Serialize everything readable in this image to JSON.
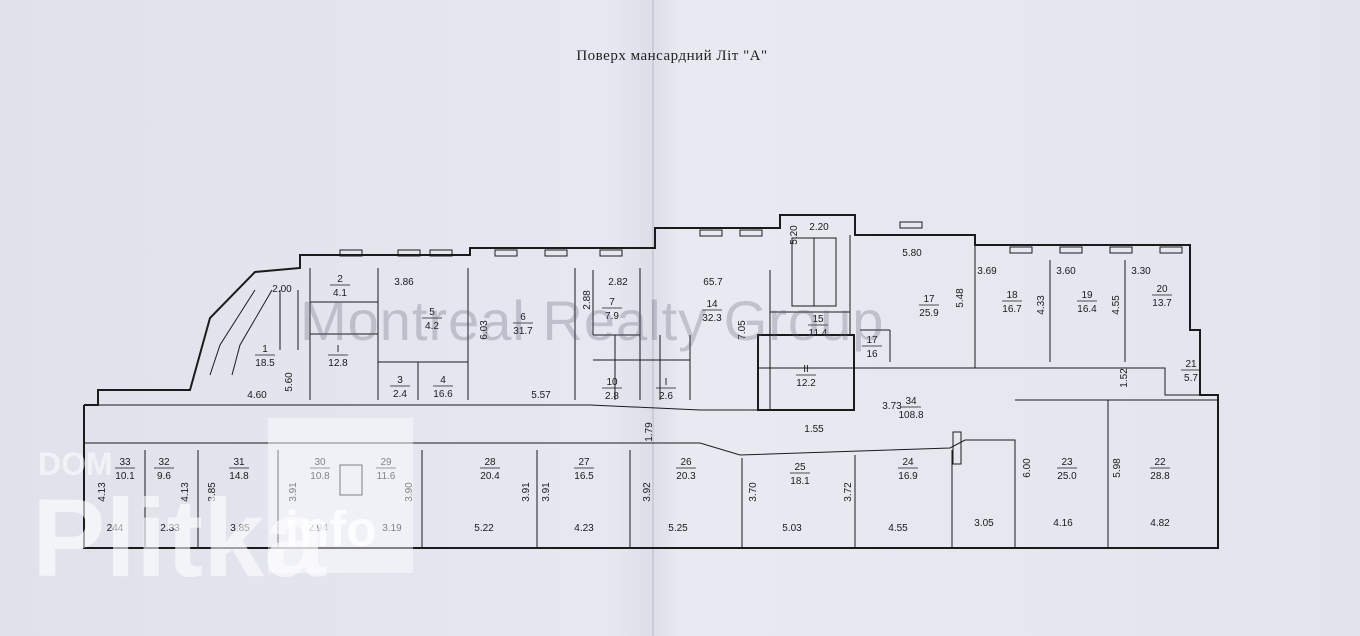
{
  "title": "Поверх  мансардний  Літ \"А\"",
  "watermark_main": "Montreal Realty Group",
  "watermark_logo": {
    "dom": "DOM",
    "brand": "Plitka",
    "suffix": "info"
  },
  "rooms": [
    {
      "n": "1",
      "a": "18.5"
    },
    {
      "n": "2",
      "a": "4.1"
    },
    {
      "n": "I",
      "a": "12.8"
    },
    {
      "n": "3",
      "a": "2.4"
    },
    {
      "n": "4",
      "a": "16.6"
    },
    {
      "n": "5",
      "a": "4.2"
    },
    {
      "n": "6",
      "a": "31.7"
    },
    {
      "n": "7",
      "a": "7.9"
    },
    {
      "n": "10",
      "a": "2.8"
    },
    {
      "n": "I",
      "a": "2.6"
    },
    {
      "n": "14",
      "a": "32.3"
    },
    {
      "n": "15",
      "a": "11.4"
    },
    {
      "n": "II",
      "a": "12.2"
    },
    {
      "n": "17",
      "a": "25.9"
    },
    {
      "n": "17",
      "a": "16"
    },
    {
      "n": "18",
      "a": "16.7"
    },
    {
      "n": "19",
      "a": "16.4"
    },
    {
      "n": "20",
      "a": "13.7"
    },
    {
      "n": "21",
      "a": "5.7"
    },
    {
      "n": "34",
      "a": "108.8"
    },
    {
      "n": "23",
      "a": "25.0"
    },
    {
      "n": "22",
      "a": "28.8"
    },
    {
      "n": "33",
      "a": "10.1"
    },
    {
      "n": "32",
      "a": "9.6"
    },
    {
      "n": "31",
      "a": "14.8"
    },
    {
      "n": "30",
      "a": "10.8"
    },
    {
      "n": "29",
      "a": "11.6"
    },
    {
      "n": "28",
      "a": "20.4"
    },
    {
      "n": "27",
      "a": "16.5"
    },
    {
      "n": "26",
      "a": "20.3"
    },
    {
      "n": "25",
      "a": "18.1"
    },
    {
      "n": "24",
      "a": "16.9"
    }
  ],
  "dimensions": [
    "2.00",
    "3.86",
    "2.82",
    "65.7",
    "2.20",
    "5.20",
    "5.80",
    "3.69",
    "3.60",
    "3.30",
    "2.88",
    "6.03",
    "7.05",
    "5.48",
    "4.33",
    "4.55",
    "5.60",
    "4.60",
    "5.57",
    "3.73",
    "1.52",
    "1.79",
    "1.55",
    "4.13",
    "4.13",
    "3.85",
    "3.91",
    "3.90",
    "3.91",
    "3.91",
    "3.92",
    "3.70",
    "3.72",
    "6.00",
    "5.98",
    "244",
    "2.33",
    "3.85",
    "2.94",
    "3.19",
    "5.22",
    "4.23",
    "5.25",
    "5.03",
    "4.55",
    "3.05",
    "4.16",
    "4.82"
  ]
}
